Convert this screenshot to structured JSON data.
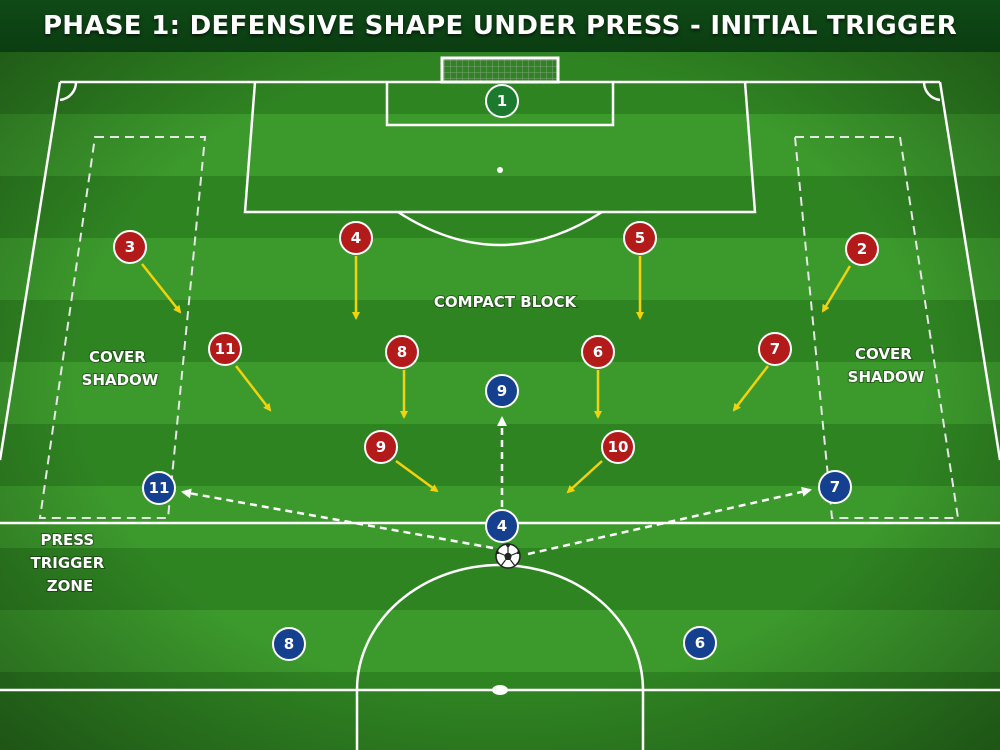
{
  "header": {
    "title": "PHASE 1: DEFENSIVE SHAPE UNDER PRESS - INITIAL TRIGGER"
  },
  "colors": {
    "grass_light": "#3c9a2c",
    "grass_dark": "#2f8422",
    "lines": "#ffffff",
    "defending_team": "#b31b1b",
    "attacking_team": "#14408f",
    "goalkeeper": "#1b7a2e",
    "movement_arrow": "#f2d20d",
    "pass_arrow": "#ffffff"
  },
  "labels": {
    "compact_block": "COMPACT BLOCK",
    "cover_shadow_left": [
      "COVER",
      "SHADOW"
    ],
    "cover_shadow_right": [
      "COVER",
      "SHADOW"
    ],
    "press_trigger_zone": [
      "PRESS",
      "TRIGGER",
      "ZONE"
    ]
  },
  "players": {
    "goalkeeper": {
      "number": "1"
    },
    "red": [
      "3",
      "4",
      "5",
      "2",
      "11",
      "8",
      "6",
      "7",
      "9",
      "10"
    ],
    "blue": [
      "9",
      "11",
      "4",
      "7",
      "8",
      "6"
    ]
  },
  "ball": {
    "icon": "football-icon"
  }
}
